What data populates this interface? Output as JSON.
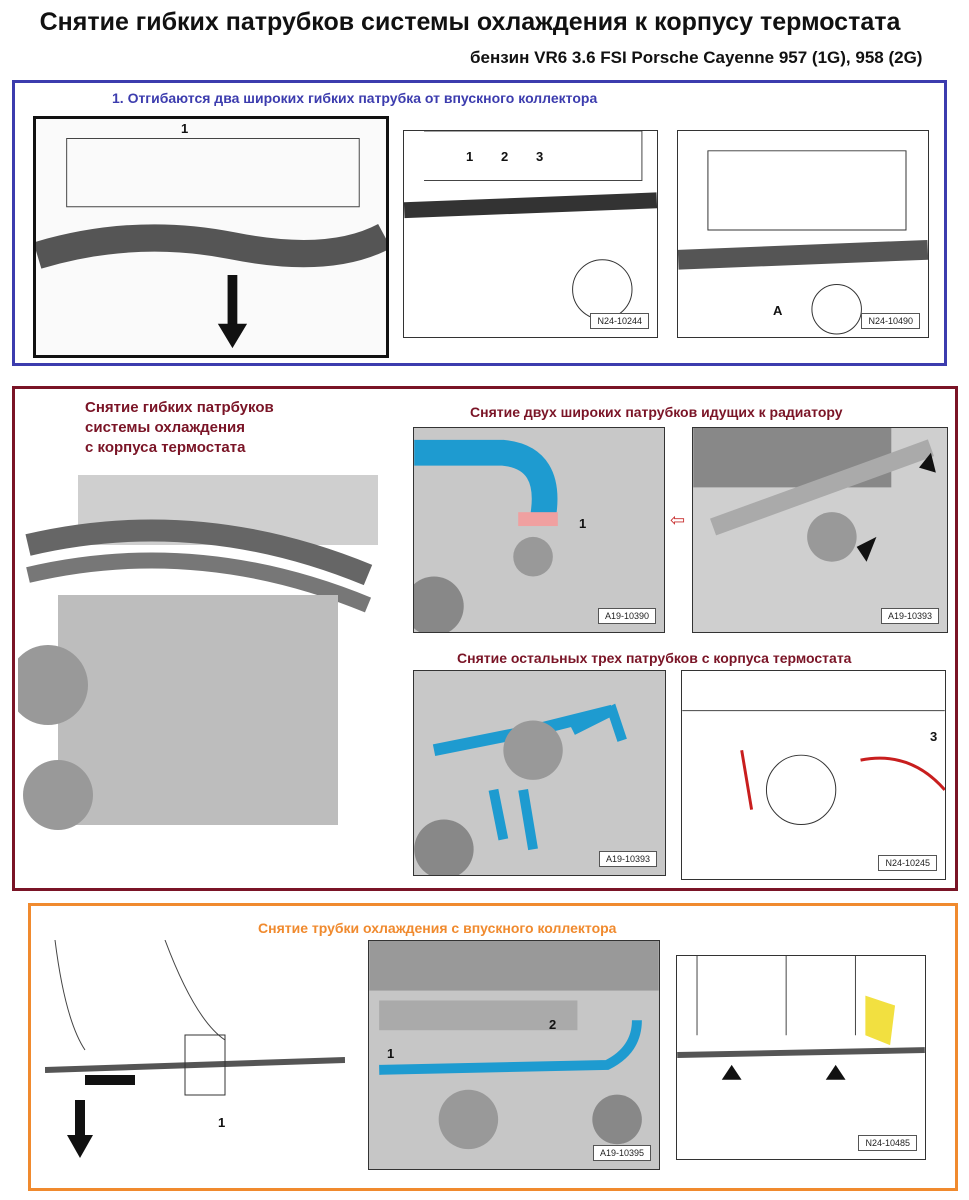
{
  "title": "Снятие гибких патрубков системы охлаждения к корпусу термостата",
  "subtitle": "бензин VR6 3.6 FSI   Porsche Cayenne 957 (1G), 958 (2G)",
  "section1": {
    "heading": "1.  Отгибаются два широких гибких патрубка от впускного коллектора",
    "images": [
      {
        "labels": [
          "1"
        ]
      },
      {
        "labels": [
          "1",
          "2",
          "3"
        ],
        "code": "N24-10244"
      },
      {
        "labels": [
          "A"
        ],
        "code": "N24-10490"
      }
    ]
  },
  "section2": {
    "side_text": [
      "Снятие гибких патрбуков",
      "системы охлаждения",
      "с корпуса термостата"
    ],
    "heading_a": "Снятие двух широких патрубков идущих к радиатору",
    "heading_b": "Снятие остальных трех патрубков с корпуса термостата",
    "images": [
      {
        "labels": [
          "1"
        ],
        "code": "A19-10390"
      },
      {
        "code": "A19-10393"
      },
      {
        "code": "A19-10393"
      },
      {
        "labels": [
          "3"
        ],
        "code": "N24-10245"
      }
    ]
  },
  "section3": {
    "heading": "Снятие трубки охлаждения с впускного коллектора",
    "images": [
      {
        "labels": [
          "1"
        ]
      },
      {
        "labels": [
          "1",
          "2"
        ],
        "code": "A19-10395"
      },
      {
        "code": "N24-10485"
      }
    ]
  },
  "colors": {
    "blue": "#3c3cae",
    "red": "#7a1426",
    "orange": "#f08a2e",
    "hose": "#1e9bd0"
  }
}
